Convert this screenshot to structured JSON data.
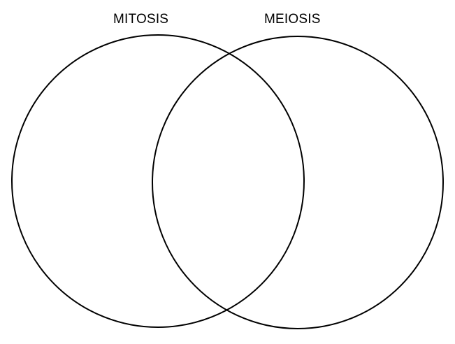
{
  "diagram": {
    "type": "venn",
    "sets": [
      {
        "label": "MITOSIS"
      },
      {
        "label": "MEIOSIS"
      }
    ],
    "stroke_color": "#000000",
    "background_color": "#ffffff"
  }
}
